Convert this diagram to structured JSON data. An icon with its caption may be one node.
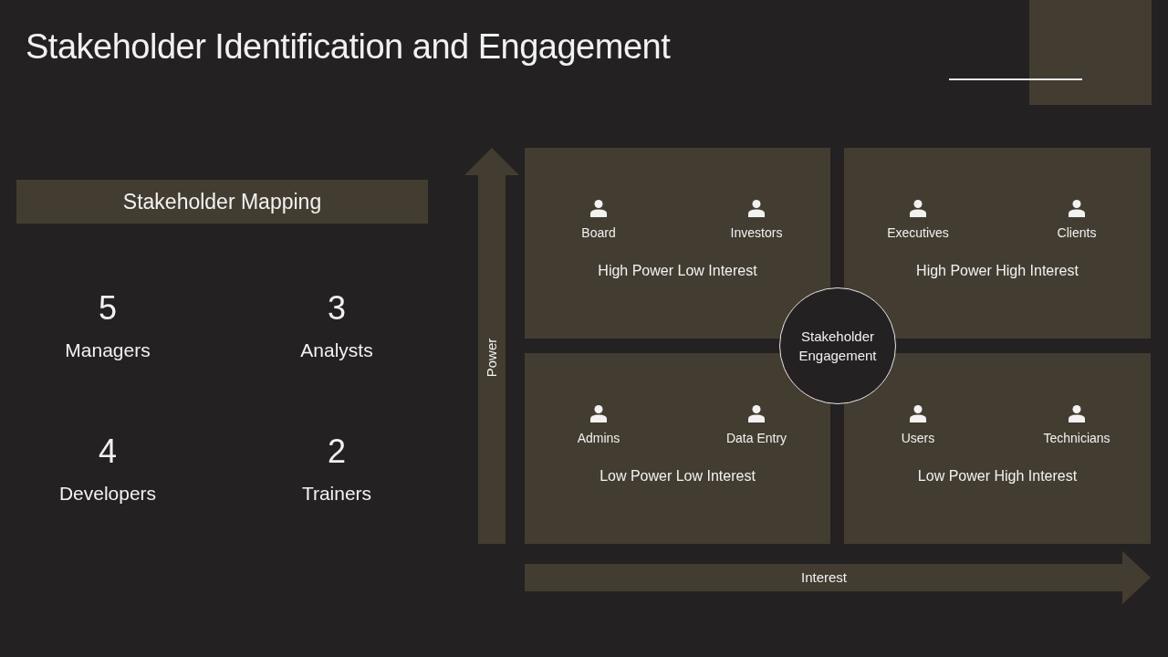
{
  "diagram": {
    "title": "Stakeholder Identification and Engagement",
    "nodes": [
      {
        "text": [
          "Stakeholder Mapping"
        ]
      },
      {
        "text": [
          "Power"
        ]
      },
      {
        "text": [
          "Board",
          "Investors",
          "High Power Low Interest"
        ]
      },
      {
        "text": [
          "Executives",
          "Clients",
          "High Power High Interest"
        ]
      },
      {
        "text": [
          "Stakeholder Engagement"
        ]
      },
      {
        "text": [
          "Admins",
          "Data Entry",
          "Low Power Low Interest"
        ]
      },
      {
        "text": [
          "Users",
          "Technicians",
          "Low Power High Interest"
        ]
      },
      {
        "text": [
          "Interest"
        ]
      }
    ],
    "labels": [
      "5",
      "Managers",
      "3",
      "Analysts",
      "4",
      "Developers",
      "2",
      "Trainers"
    ]
  }
}
